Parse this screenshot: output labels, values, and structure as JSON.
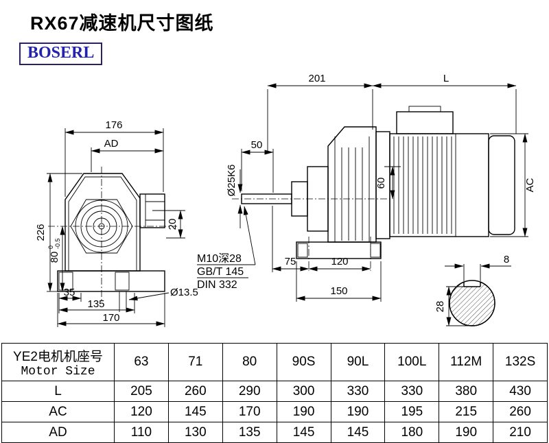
{
  "page": {
    "title": "RX67减速机尺寸图纸",
    "brand": "BOSERL"
  },
  "front_view": {
    "dim_176": "176",
    "dim_ad": "AD",
    "dim_226": "226",
    "dim_80": "80",
    "dim_80_tol_upper": "0",
    "dim_80_tol_lower": "-0.5",
    "dim_20": "20",
    "dim_35": "35",
    "dim_135": "135",
    "dim_170": "170",
    "dim_hole": "Ø13.5"
  },
  "side_view": {
    "dim_201": "201",
    "dim_l": "L",
    "dim_50": "50",
    "dim_shaft": "Ø25K6",
    "dim_60": "60",
    "dim_ac": "AC",
    "note_tap": "M10深28",
    "note_gb": "GB/T 145",
    "note_din": "DIN 332",
    "dim_75": "75",
    "dim_120": "120",
    "dim_150": "150"
  },
  "shaft_view": {
    "dim_8": "8",
    "dim_28": "28"
  },
  "table": {
    "header": {
      "label_line1": "YE2电机机座号",
      "label_line2": "Motor Size",
      "sizes": [
        "63",
        "71",
        "80",
        "90S",
        "90L",
        "100L",
        "112M",
        "132S"
      ]
    },
    "rows": [
      {
        "label": "L",
        "values": [
          "205",
          "260",
          "290",
          "300",
          "330",
          "330",
          "380",
          "430"
        ]
      },
      {
        "label": "AC",
        "values": [
          "120",
          "145",
          "170",
          "190",
          "190",
          "195",
          "215",
          "260"
        ]
      },
      {
        "label": "AD",
        "values": [
          "110",
          "130",
          "135",
          "145",
          "145",
          "180",
          "190",
          "210"
        ]
      }
    ]
  }
}
